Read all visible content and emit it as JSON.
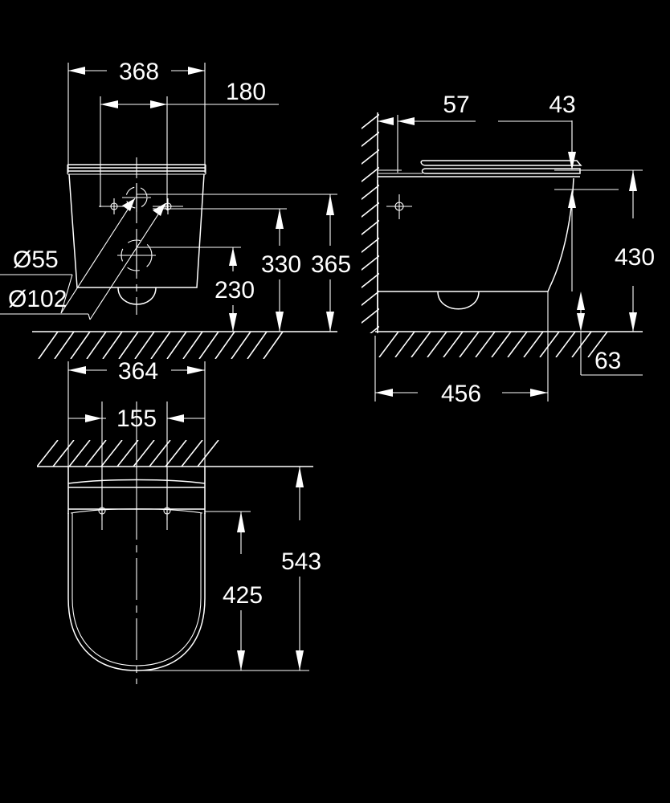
{
  "drawing": {
    "title": "Wall-hung toilet technical dimension drawing",
    "units": "mm",
    "background_color": "#000000",
    "line_color": "#ffffff"
  },
  "views": [
    {
      "name": "front-elevation",
      "position": "top-left",
      "description": "Front elevation of wall-hung WC with seat, showing fixing holes and outlet diameters"
    },
    {
      "name": "side-elevation",
      "position": "top-right",
      "description": "Side elevation against wall showing projection and heights"
    },
    {
      "name": "plan-view",
      "position": "bottom-left",
      "description": "Top plan view showing bowl outline and fixing centres"
    }
  ],
  "dimensions": {
    "front": {
      "overall_width": "368",
      "fixing_centres": "180",
      "outlet_small": "Ø55",
      "outlet_large": "Ø102",
      "height_low": "230",
      "height_mid": "330",
      "height_top": "365"
    },
    "side": {
      "seat_setback": "57",
      "seat_thickness": "43",
      "height_to_seat": "430",
      "projection": "456",
      "floor_gap": "63"
    },
    "plan": {
      "overall_width": "364",
      "fixing_centres": "155",
      "bowl_length": "425",
      "overall_length": "543"
    }
  },
  "labels": [
    {
      "id": "d-368",
      "text": "368"
    },
    {
      "id": "d-180",
      "text": "180"
    },
    {
      "id": "d-55",
      "text": "Ø55"
    },
    {
      "id": "d-102",
      "text": "Ø102"
    },
    {
      "id": "d-230",
      "text": "230"
    },
    {
      "id": "d-330",
      "text": "330"
    },
    {
      "id": "d-365",
      "text": "365"
    },
    {
      "id": "d-57",
      "text": "57"
    },
    {
      "id": "d-43",
      "text": "43"
    },
    {
      "id": "d-430",
      "text": "430"
    },
    {
      "id": "d-456",
      "text": "456"
    },
    {
      "id": "d-63",
      "text": "63"
    },
    {
      "id": "d-364",
      "text": "364"
    },
    {
      "id": "d-155",
      "text": "155"
    },
    {
      "id": "d-425",
      "text": "425"
    },
    {
      "id": "d-543",
      "text": "543"
    }
  ]
}
